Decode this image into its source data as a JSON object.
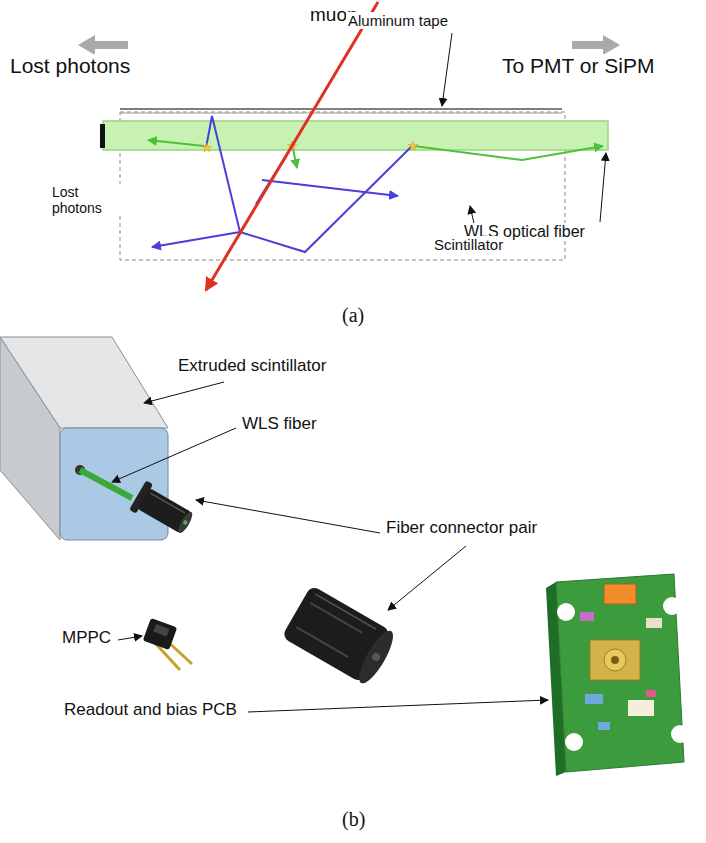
{
  "diagram": {
    "labels": [
      "muon",
      "Aluminum tape",
      "Lost photons",
      "To PMT or SiPM",
      "Lost photons",
      "WLS optical fiber",
      "Scintillator",
      "(a)",
      "Extruded scintillator",
      "WLS fiber",
      "Fiber connector pair",
      "MPPC",
      "Readout and bias PCB",
      "(b)"
    ]
  }
}
